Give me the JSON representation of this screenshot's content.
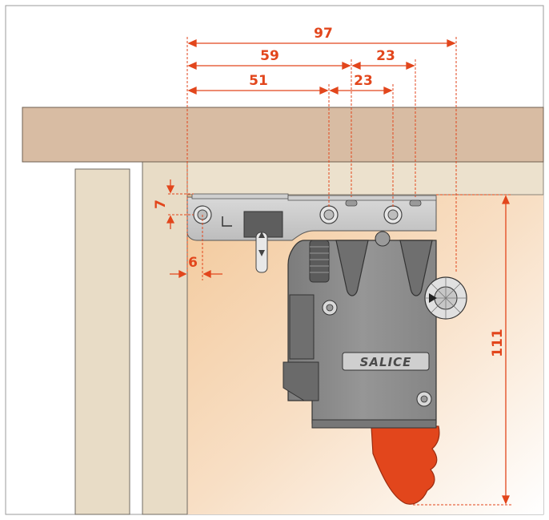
{
  "diagram": {
    "brand_label": "SALICE",
    "dimensions": {
      "overall_width": "97",
      "width_59": "59",
      "width_51": "51",
      "upper_gap": "23",
      "lower_gap": "23",
      "height": "111",
      "top_offset": "7",
      "side_offset": "6"
    },
    "colors": {
      "dimension": "#e2461c",
      "shelf": "#d8bca3",
      "cabinet_side": "#e8dcc6",
      "mechanism": "#8a8a8a",
      "lever": "#e2461c"
    }
  }
}
